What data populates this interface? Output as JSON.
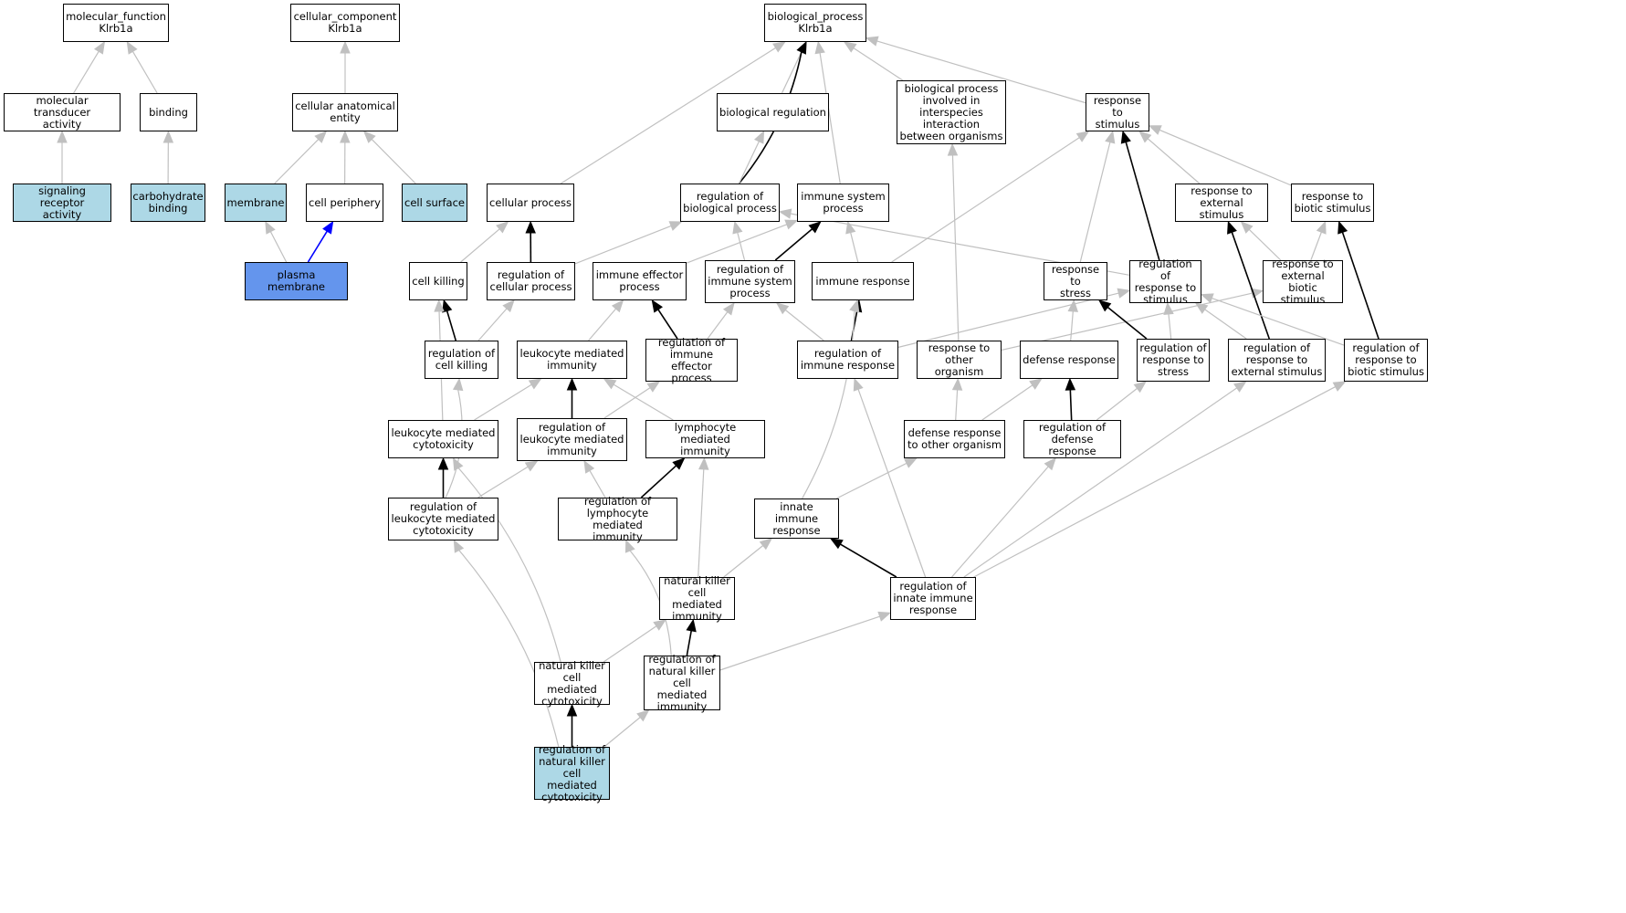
{
  "colors": {
    "edge_gray": "#c0c0c0",
    "edge_black": "#000000",
    "edge_blue": "#0000ff",
    "highlight_light": "#add8e6",
    "highlight_blue": "#6495ed"
  },
  "nodes": {
    "mf_root": "molecular_function\nKlrb1a",
    "cc_root": "cellular_component\nKlrb1a",
    "bp_root": "biological_process\nKlrb1a",
    "mol_transducer": "molecular transducer\nactivity",
    "binding": "binding",
    "cell_anat_entity": "cellular anatomical\nentity",
    "bio_regulation": "biological regulation",
    "bp_interspecies": "biological process\ninvolved in\ninterspecies\ninteraction\nbetween organisms",
    "resp_stimulus": "response to\nstimulus",
    "signaling_receptor": "signaling receptor\nactivity",
    "carb_binding": "carbohydrate\nbinding",
    "membrane": "membrane",
    "cell_periphery": "cell periphery",
    "cell_surface": "cell surface",
    "cellular_process": "cellular process",
    "reg_bio_process": "regulation of\nbiological process",
    "immune_sys_process": "immune system\nprocess",
    "resp_ext_stimulus": "response to\nexternal stimulus",
    "resp_biotic_stimulus": "response to\nbiotic stimulus",
    "plasma_membrane": "plasma membrane",
    "cell_killing": "cell killing",
    "reg_cellular_process": "regulation of\ncellular process",
    "immune_effector": "immune effector\nprocess",
    "reg_immune_sys": "regulation of\nimmune system\nprocess",
    "immune_response": "immune response",
    "resp_stress": "response to\nstress",
    "reg_resp_stimulus": "regulation of\nresponse to\nstimulus",
    "resp_ext_biotic": "response to\nexternal biotic\nstimulus",
    "reg_cell_killing": "regulation of\ncell killing",
    "leuk_med_immunity": "leukocyte mediated\nimmunity",
    "reg_immune_effector": "regulation of\nimmune effector\nprocess",
    "reg_immune_response": "regulation of\nimmune response",
    "resp_other_org": "response to\nother organism",
    "defense_response": "defense response",
    "reg_resp_stress": "regulation of\nresponse to\nstress",
    "reg_resp_ext": "regulation of\nresponse to\nexternal stimulus",
    "reg_resp_biotic": "regulation of\nresponse to\nbiotic stimulus",
    "leuk_cytotox": "leukocyte mediated\ncytotoxicity",
    "reg_leuk_immunity": "regulation of\nleukocyte mediated\nimmunity",
    "lymph_immunity": "lymphocyte mediated\nimmunity",
    "def_resp_other": "defense response\nto other organism",
    "reg_def_resp": "regulation of\ndefense response",
    "reg_leuk_cytotox": "regulation of\nleukocyte mediated\ncytotoxicity",
    "reg_lymph_immunity": "regulation of\nlymphocyte mediated\nimmunity",
    "innate_immune": "innate immune\nresponse",
    "nk_immunity": "natural killer\ncell mediated\nimmunity",
    "reg_innate": "regulation of\ninnate immune\nresponse",
    "nk_cytotox": "natural killer\ncell mediated\ncytotoxicity",
    "reg_nk_immunity": "regulation of\nnatural killer\ncell mediated\nimmunity",
    "reg_nk_cytotox": "regulation of\nnatural killer\ncell mediated\ncytotoxicity"
  },
  "edges": [
    {
      "from": "mol_transducer",
      "to": "mf_root",
      "style": "gray"
    },
    {
      "from": "binding",
      "to": "mf_root",
      "style": "gray"
    },
    {
      "from": "signaling_receptor",
      "to": "mol_transducer",
      "style": "gray"
    },
    {
      "from": "carb_binding",
      "to": "binding",
      "style": "gray"
    },
    {
      "from": "cell_anat_entity",
      "to": "cc_root",
      "style": "gray"
    },
    {
      "from": "membrane",
      "to": "cell_anat_entity",
      "style": "gray"
    },
    {
      "from": "cell_periphery",
      "to": "cell_anat_entity",
      "style": "gray"
    },
    {
      "from": "cell_surface",
      "to": "cell_anat_entity",
      "style": "gray"
    },
    {
      "from": "plasma_membrane",
      "to": "membrane",
      "style": "gray"
    },
    {
      "from": "plasma_membrane",
      "to": "cell_periphery",
      "style": "blue"
    },
    {
      "from": "bio_regulation",
      "to": "bp_root",
      "style": "gray"
    },
    {
      "from": "bp_interspecies",
      "to": "bp_root",
      "style": "gray"
    },
    {
      "from": "resp_stimulus",
      "to": "bp_root",
      "style": "gray"
    },
    {
      "from": "cellular_process",
      "to": "bp_root",
      "style": "gray"
    },
    {
      "from": "reg_bio_process",
      "to": "bp_root",
      "style": "black",
      "curve": true
    },
    {
      "from": "immune_sys_process",
      "to": "bp_root",
      "style": "gray"
    },
    {
      "from": "reg_bio_process",
      "to": "bio_regulation",
      "style": "gray"
    },
    {
      "from": "resp_ext_stimulus",
      "to": "resp_stimulus",
      "style": "gray"
    },
    {
      "from": "resp_biotic_stimulus",
      "to": "resp_stimulus",
      "style": "gray"
    },
    {
      "from": "resp_stress",
      "to": "resp_stimulus",
      "style": "gray"
    },
    {
      "from": "reg_resp_stimulus",
      "to": "resp_stimulus",
      "style": "black"
    },
    {
      "from": "immune_response",
      "to": "resp_stimulus",
      "style": "gray"
    },
    {
      "from": "cell_killing",
      "to": "cellular_process",
      "style": "gray"
    },
    {
      "from": "reg_cellular_process",
      "to": "cellular_process",
      "style": "black"
    },
    {
      "from": "reg_cellular_process",
      "to": "reg_bio_process",
      "style": "gray"
    },
    {
      "from": "reg_immune_sys",
      "to": "reg_bio_process",
      "style": "gray"
    },
    {
      "from": "reg_resp_stimulus",
      "to": "reg_bio_process",
      "style": "gray"
    },
    {
      "from": "immune_effector",
      "to": "immune_sys_process",
      "style": "gray"
    },
    {
      "from": "reg_immune_sys",
      "to": "immune_sys_process",
      "style": "black"
    },
    {
      "from": "immune_response",
      "to": "immune_sys_process",
      "style": "gray"
    },
    {
      "from": "resp_ext_biotic",
      "to": "resp_ext_stimulus",
      "style": "gray"
    },
    {
      "from": "resp_ext_biotic",
      "to": "resp_biotic_stimulus",
      "style": "gray"
    },
    {
      "from": "reg_cell_killing",
      "to": "cell_killing",
      "style": "black"
    },
    {
      "from": "reg_cell_killing",
      "to": "reg_cellular_process",
      "style": "gray"
    },
    {
      "from": "leuk_cytotox",
      "to": "cell_killing",
      "style": "gray"
    },
    {
      "from": "leuk_med_immunity",
      "to": "immune_effector",
      "style": "gray"
    },
    {
      "from": "reg_immune_effector",
      "to": "immune_effector",
      "style": "black"
    },
    {
      "from": "reg_immune_effector",
      "to": "reg_immune_sys",
      "style": "gray"
    },
    {
      "from": "reg_immune_response",
      "to": "reg_immune_sys",
      "style": "gray"
    },
    {
      "from": "reg_immune_response",
      "to": "immune_response",
      "style": "black"
    },
    {
      "from": "reg_immune_response",
      "to": "reg_resp_stimulus",
      "style": "gray"
    },
    {
      "from": "resp_other_org",
      "to": "bp_interspecies",
      "style": "gray"
    },
    {
      "from": "resp_other_org",
      "to": "resp_ext_biotic",
      "style": "gray"
    },
    {
      "from": "defense_response",
      "to": "resp_stress",
      "style": "gray"
    },
    {
      "from": "reg_resp_stress",
      "to": "resp_stress",
      "style": "black"
    },
    {
      "from": "reg_resp_stress",
      "to": "reg_resp_stimulus",
      "style": "gray"
    },
    {
      "from": "reg_resp_ext",
      "to": "reg_resp_stimulus",
      "style": "gray"
    },
    {
      "from": "reg_resp_ext",
      "to": "resp_ext_stimulus",
      "style": "black"
    },
    {
      "from": "reg_resp_biotic",
      "to": "reg_resp_stimulus",
      "style": "gray"
    },
    {
      "from": "reg_resp_biotic",
      "to": "resp_biotic_stimulus",
      "style": "black"
    },
    {
      "from": "leuk_cytotox",
      "to": "leuk_med_immunity",
      "style": "gray"
    },
    {
      "from": "reg_leuk_immunity",
      "to": "leuk_med_immunity",
      "style": "black"
    },
    {
      "from": "reg_leuk_immunity",
      "to": "reg_immune_effector",
      "style": "gray"
    },
    {
      "from": "lymph_immunity",
      "to": "leuk_med_immunity",
      "style": "gray"
    },
    {
      "from": "def_resp_other",
      "to": "resp_other_org",
      "style": "gray"
    },
    {
      "from": "def_resp_other",
      "to": "defense_response",
      "style": "gray"
    },
    {
      "from": "reg_def_resp",
      "to": "defense_response",
      "style": "black"
    },
    {
      "from": "reg_def_resp",
      "to": "reg_resp_stress",
      "style": "gray"
    },
    {
      "from": "reg_leuk_cytotox",
      "to": "leuk_cytotox",
      "style": "black"
    },
    {
      "from": "reg_leuk_cytotox",
      "to": "reg_leuk_immunity",
      "style": "gray"
    },
    {
      "from": "reg_leuk_cytotox",
      "to": "reg_cell_killing",
      "style": "gray",
      "curve": true
    },
    {
      "from": "reg_lymph_immunity",
      "to": "lymph_immunity",
      "style": "black"
    },
    {
      "from": "reg_lymph_immunity",
      "to": "reg_leuk_immunity",
      "style": "gray"
    },
    {
      "from": "innate_immune",
      "to": "def_resp_other",
      "style": "gray"
    },
    {
      "from": "innate_immune",
      "to": "immune_response",
      "style": "gray",
      "curve": true
    },
    {
      "from": "nk_immunity",
      "to": "lymph_immunity",
      "style": "gray"
    },
    {
      "from": "nk_immunity",
      "to": "innate_immune",
      "style": "gray"
    },
    {
      "from": "reg_innate",
      "to": "innate_immune",
      "style": "black"
    },
    {
      "from": "reg_innate",
      "to": "reg_immune_response",
      "style": "gray"
    },
    {
      "from": "reg_innate",
      "to": "reg_def_resp",
      "style": "gray"
    },
    {
      "from": "reg_innate",
      "to": "reg_resp_ext",
      "style": "gray"
    },
    {
      "from": "reg_innate",
      "to": "reg_resp_biotic",
      "style": "gray"
    },
    {
      "from": "nk_cytotox",
      "to": "nk_immunity",
      "style": "gray"
    },
    {
      "from": "nk_cytotox",
      "to": "leuk_cytotox",
      "style": "gray",
      "curve": true
    },
    {
      "from": "reg_nk_immunity",
      "to": "nk_immunity",
      "style": "black"
    },
    {
      "from": "reg_nk_immunity",
      "to": "reg_lymph_immunity",
      "style": "gray",
      "curve": true
    },
    {
      "from": "reg_nk_immunity",
      "to": "reg_innate",
      "style": "gray"
    },
    {
      "from": "reg_nk_cytotox",
      "to": "nk_cytotox",
      "style": "black"
    },
    {
      "from": "reg_nk_cytotox",
      "to": "reg_nk_immunity",
      "style": "gray"
    },
    {
      "from": "reg_nk_cytotox",
      "to": "reg_leuk_cytotox",
      "style": "gray",
      "curve": true
    }
  ]
}
